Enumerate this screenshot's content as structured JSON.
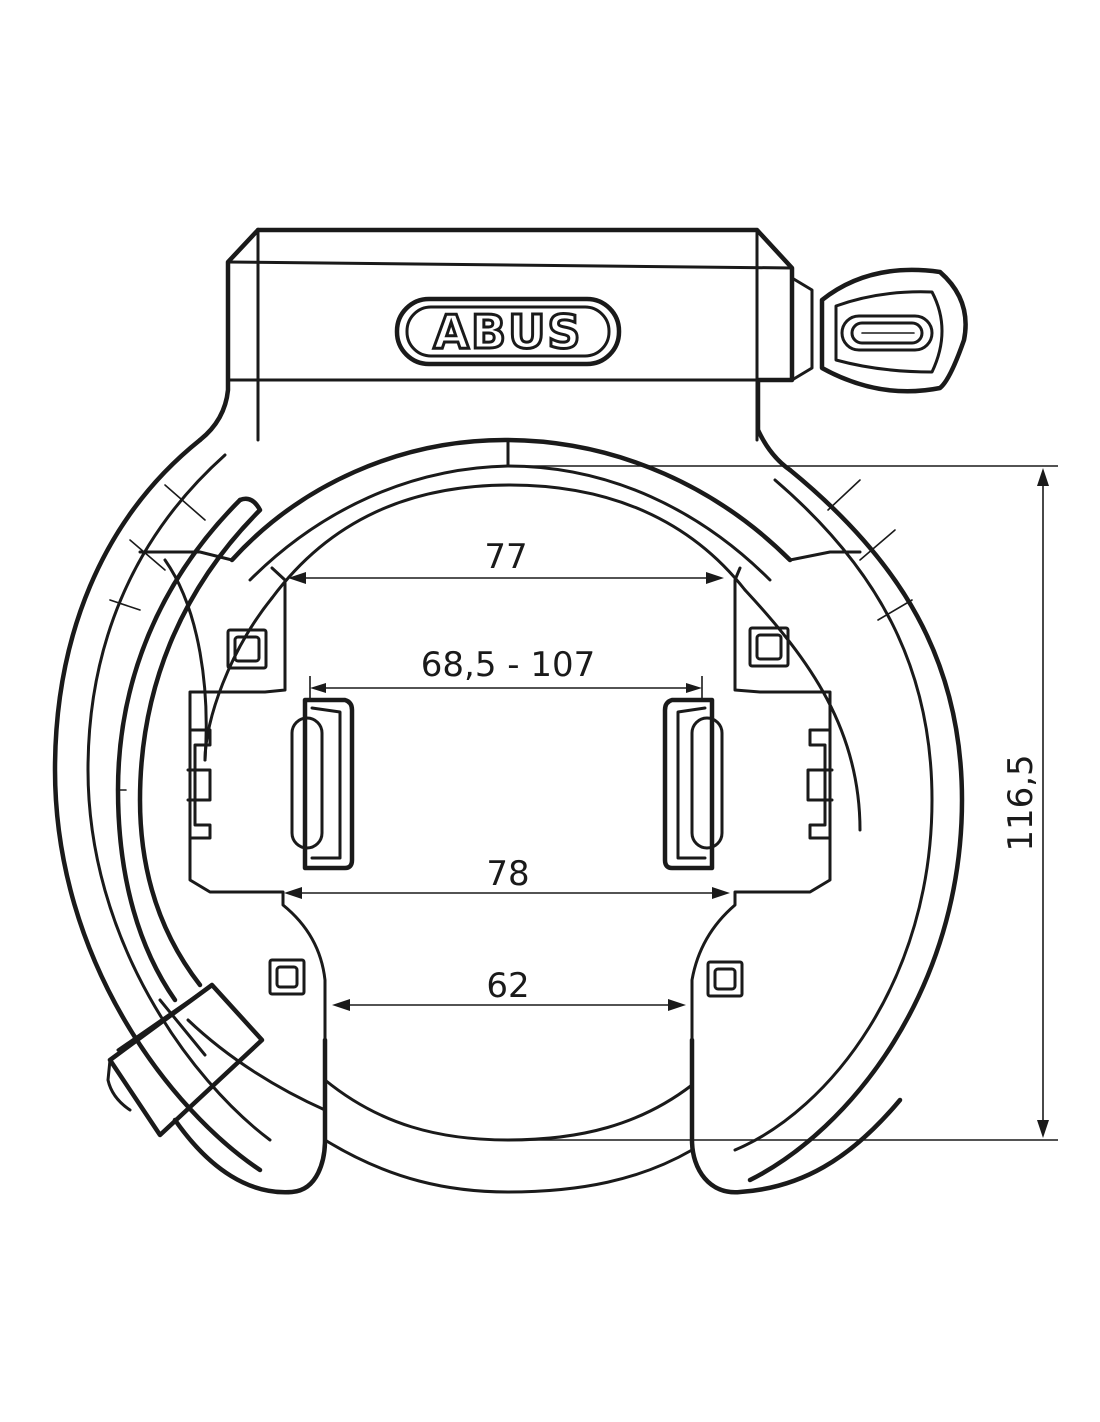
{
  "brand": {
    "logo_text": "ABUS"
  },
  "dimensions": {
    "width_upper": "77",
    "clamp_range": "68,5 - 107",
    "width_middle": "78",
    "width_lower": "62",
    "height": "116,5"
  }
}
